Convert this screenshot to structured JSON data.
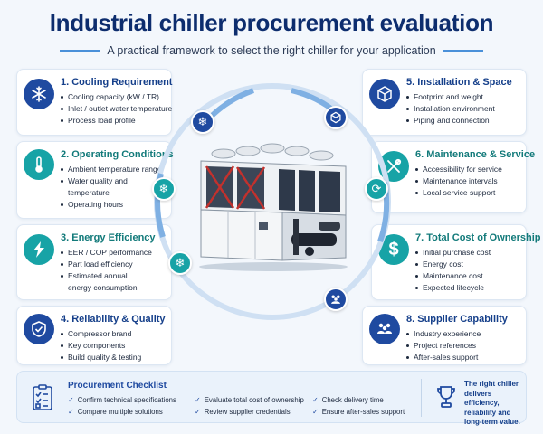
{
  "header": {
    "title": "Industrial chiller procurement evaluation",
    "subtitle": "A practical framework to select the right chiller for your application"
  },
  "cards": [
    {
      "title": "1. Cooling Requirement",
      "icon": "snowflake-icon",
      "items": [
        "Cooling capacity (kW / TR)",
        "Inlet / outlet water temperature",
        "Process load profile"
      ]
    },
    {
      "title": "2. Operating Conditions",
      "icon": "thermometer-icon",
      "items": [
        "Ambient temperature range",
        "Water quality and",
        "temperature",
        "Operating hours"
      ]
    },
    {
      "title": "3. Energy Efficiency",
      "icon": "lightning-icon",
      "items": [
        "EER / COP performance",
        "Part load efficiency",
        "Estimated annual",
        "energy consumption"
      ]
    },
    {
      "title": "4. Reliability & Quality",
      "icon": "shield-check-icon",
      "items": [
        "Compressor brand",
        "Key components",
        "Build quality & testing"
      ]
    },
    {
      "title": "5. Installation & Space",
      "icon": "box-icon",
      "items": [
        "Footprint and weight",
        "Installation environment",
        "Piping and connection"
      ]
    },
    {
      "title": "6. Maintenance & Service",
      "icon": "tools-icon",
      "items": [
        "Accessibility for service",
        "Maintenance intervals",
        "Local service support"
      ]
    },
    {
      "title": "7. Total Cost of Ownership",
      "icon": "dollar-icon",
      "items": [
        "Initial purchase cost",
        "Energy cost",
        "Maintenance cost",
        "Expected lifecycle"
      ]
    },
    {
      "title": "8. Supplier Capability",
      "icon": "handshake-icon",
      "items": [
        "Industry experience",
        "Project references",
        "After-sales support"
      ]
    }
  ],
  "checklist": {
    "title": "Procurement Checklist",
    "items": [
      "Confirm technical specifications",
      "Compare multiple solutions",
      "Evaluate total cost of ownership",
      "Review supplier credentials",
      "Check delivery time",
      "Ensure after-sales support"
    ],
    "quote": "The right chiller delivers efficiency, reliability and long-term value."
  },
  "colors": {
    "navy": "#1f4aa0",
    "teal": "#17a3a6",
    "title": "#0d2d6e"
  }
}
